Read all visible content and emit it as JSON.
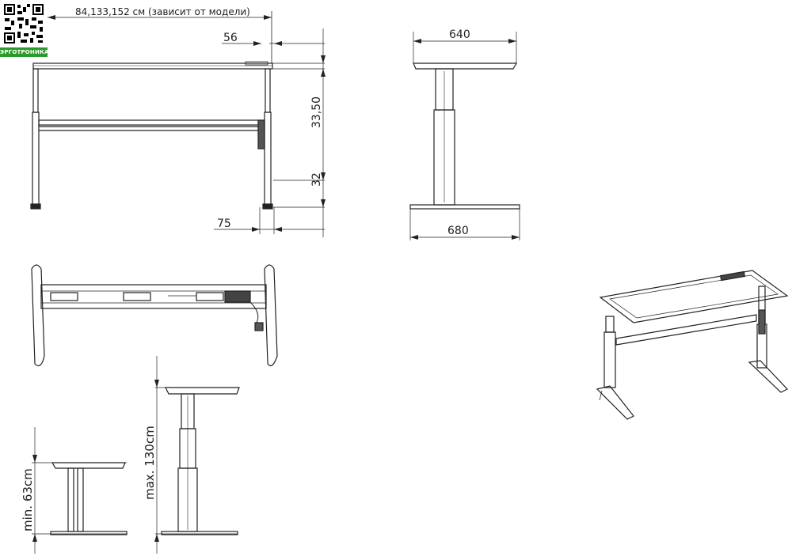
{
  "brand": {
    "label": "ЭРГОТРОНИКА"
  },
  "front_view": {
    "width_label": "84,133,152 см (зависит от модели)",
    "top_offset_label": "56",
    "upper_height_label": "33,50",
    "lower_height_label": "32",
    "foot_offset_label": "75"
  },
  "side_view": {
    "top_width_label": "640",
    "base_width_label": "680"
  },
  "height_views": {
    "min_label": "min. 63cm",
    "max_label": "max. 130cm"
  },
  "colors": {
    "brand_green": "#2b9a2b",
    "line": "#222222"
  }
}
